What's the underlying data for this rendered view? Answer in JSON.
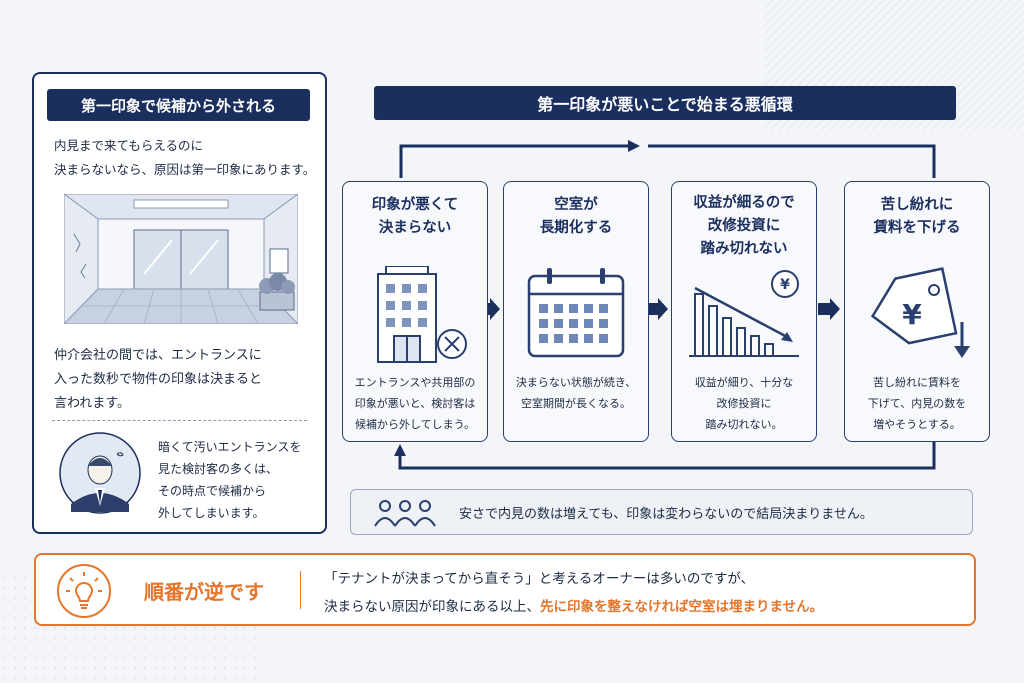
{
  "left_panel": {
    "title": "第一印象で候補から外される",
    "intro_line1": "内見まで来てもらえるのに",
    "intro_line2": "決まらないなら、原因は第一印象にあります。",
    "body_line1": "仲介会社の間では、エントランスに",
    "body_line2": "入った数秒で物件の印象は決まると",
    "body_line3": "言われます。",
    "note_line1": "暗くて汚いエントランスを",
    "note_line2": "見た検討客の多くは、",
    "note_line3": "その時点で候補から",
    "note_line4": "外してしまいます。"
  },
  "cycle": {
    "title": "第一印象が悪いことで始まる悪循環",
    "steps": [
      {
        "title": "印象が悪くて\n決まらない",
        "desc": "エントランスや共用部の\n印象が悪いと、検討客は\n候補から外してしまう。",
        "icon": "building-x-icon"
      },
      {
        "title": "空室が\n長期化する",
        "desc": "決まらない状態が続き、\n空室期間が長くなる。",
        "icon": "calendar-icon"
      },
      {
        "title": "収益が細るので\n改修投資に\n踏み切れない",
        "desc": "収益が細り、十分な\n改修投資に\n踏み切れない。",
        "icon": "declining-chart-icon"
      },
      {
        "title": "苦し紛れに\n賃料を下げる",
        "desc": "苦し紛れに賃料を\n下げて、内見の数を\n増やそうとする。",
        "icon": "price-tag-down-icon"
      }
    ],
    "people_note": "安さで内見の数は増えても、印象は変わらないので結局決まりません。"
  },
  "bottom": {
    "headline": "順番が逆です",
    "line1": "「テナントが決まってから直そう」と考えるオーナーは多いのですが、",
    "line2_prefix": "決まらない原因が印象にある以上、",
    "line2_highlight": "先に印象を整えなければ空室は埋まりません。"
  },
  "colors": {
    "navy": "#1b2f5e",
    "accent_orange": "#e5752a",
    "background": "#f3f5f9"
  }
}
